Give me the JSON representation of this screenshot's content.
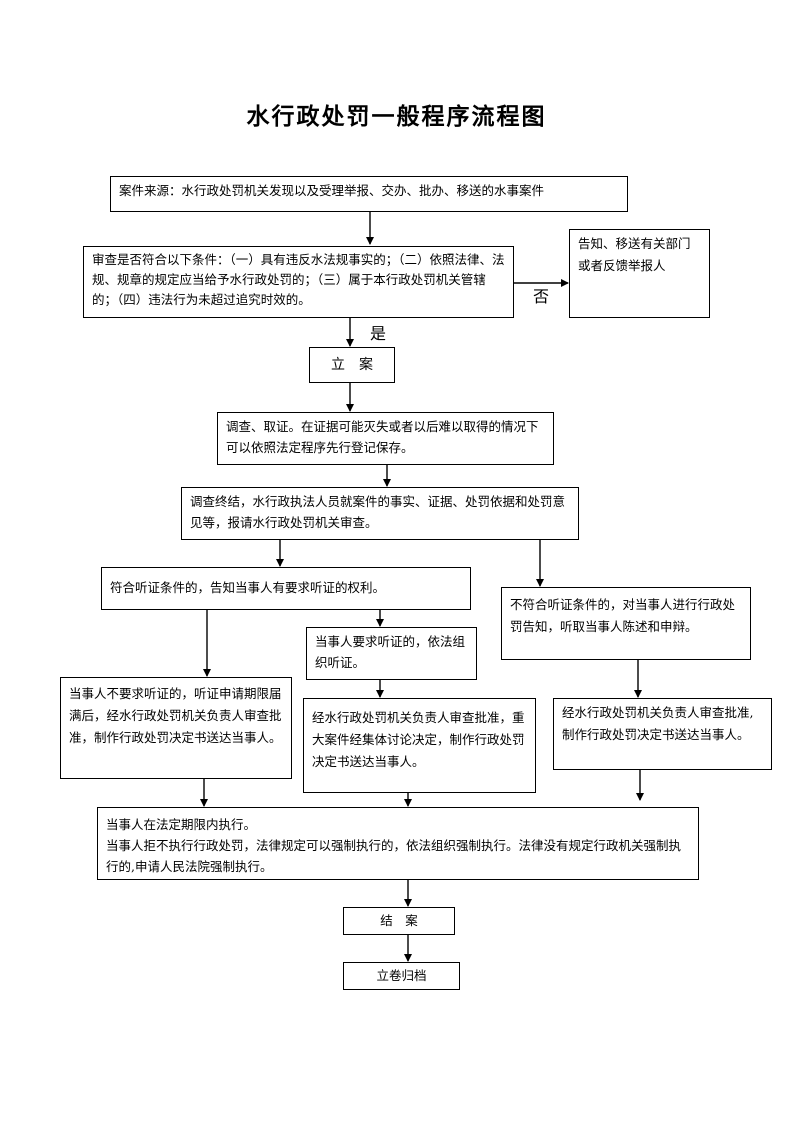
{
  "title": "水行政处罚一般程序流程图",
  "nodes": {
    "source": "案件来源：水行政处罚机关发现以及受理举报、交办、批办、移送的水事案件",
    "review": "审查是否符合以下条件：（一）具有违反水法规事实的；（二）依照法律、法规、规章的规定应当给予水行政处罚的；（三）属于本行政处罚机关管辖的；（四）违法行为未超过追究时效的。",
    "notify_transfer": "告知、移送有关部门或者反馈举报人",
    "register": "立　案",
    "investigate": "调查、取证。在证据可能灭失或者以后难以取得的情况下可以依照法定程序先行登记保存。",
    "report": "调查终结，水行政执法人员就案件的事实、证据、处罚依据和处罚意见等，报请水行政处罚机关审查。",
    "hearing_eligible": "符合听证条件的，告知当事人有要求听证的权利。",
    "not_hearing": "不符合听证条件的，对当事人进行行政处罚告知，听取当事人陈述和申辩。",
    "hearing_requested": "当事人要求听证的，依法组织听证。",
    "no_hearing_request": "当事人不要求听证的，听证申请期限届满后，经水行政处罚机关负责人审查批准，制作行政处罚决定书送达当事人。",
    "collective_decision": "经水行政处罚机关负责人审查批准，重大案件经集体讨论决定，制作行政处罚决定书送达当事人。",
    "approve_decision": "经水行政处罚机关负责人审查批准,制作行政处罚决定书送达当事人。",
    "execution_1": "当事人在法定期限内执行。",
    "execution_2": "当事人拒不执行行政处罚，法律规定可以强制执行的，依法组织强制执行。法律没有规定行政机关强制执行的,申请人民法院强制执行。",
    "close": "结　案",
    "archive": "立卷归档"
  },
  "labels": {
    "no": "否",
    "yes": "是"
  },
  "colors": {
    "line": "#000000",
    "background": "#ffffff"
  }
}
